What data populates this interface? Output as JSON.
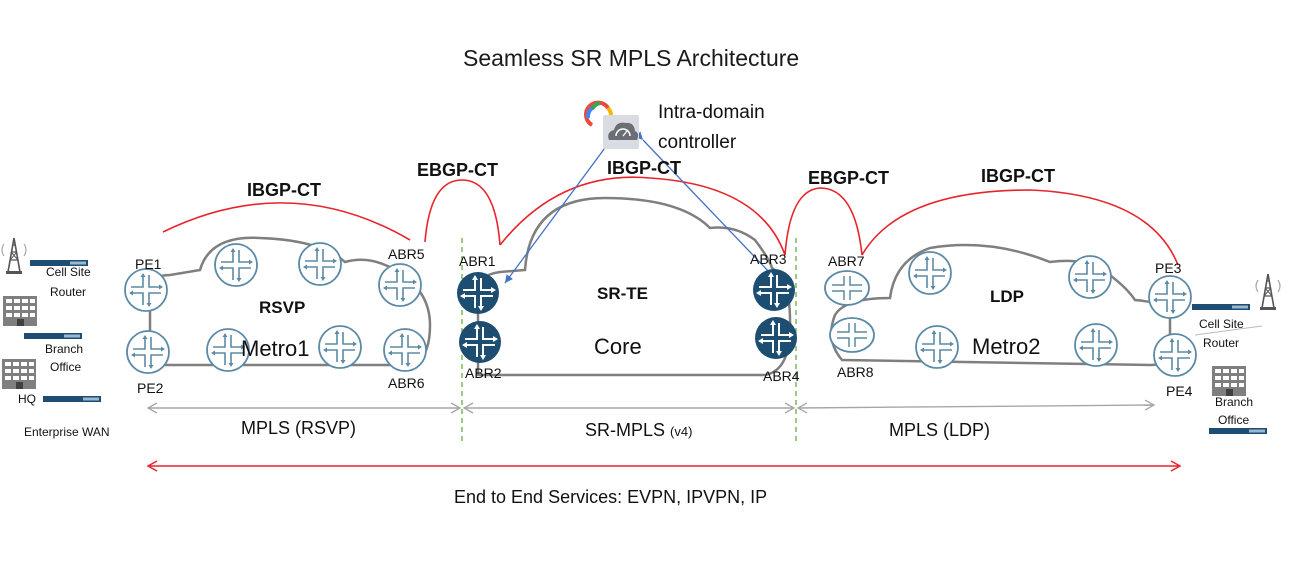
{
  "title": "Seamless SR MPLS Architecture",
  "controller": {
    "label_line1": "Intra-domain",
    "label_line2": "controller",
    "icon": "cloud-gauge-icon"
  },
  "sessions": {
    "ibgp_left": "IBGP-CT",
    "ebgp_left": "EBGP-CT",
    "ibgp_core": "IBGP-CT",
    "ebgp_right": "EBGP-CT",
    "ibgp_right": "IBGP-CT"
  },
  "domains": {
    "metro1": {
      "protocol": "RSVP",
      "name": "Metro1"
    },
    "core": {
      "protocol": "SR-TE",
      "name": "Core"
    },
    "metro2": {
      "protocol": "LDP",
      "name": "Metro2"
    }
  },
  "nodes": {
    "pe1": "PE1",
    "pe2": "PE2",
    "pe3": "PE3",
    "pe4": "PE4",
    "abr1": "ABR1",
    "abr2": "ABR2",
    "abr3": "ABR3",
    "abr4": "ABR4",
    "abr5": "ABR5",
    "abr6": "ABR6",
    "abr7": "ABR7",
    "abr8": "ABR8"
  },
  "sites_left": {
    "cell_site_line1": "Cell Site",
    "cell_site_line2": "Router",
    "branch_line1": "Branch",
    "branch_line2": "Office",
    "hq": "HQ",
    "enterprise": "Enterprise WAN"
  },
  "sites_right": {
    "cell_site_line1": "Cell Site",
    "cell_site_line2": "Router",
    "branch_line1": "Branch",
    "branch_line2": "Office"
  },
  "transport": {
    "left": "MPLS (RSVP)",
    "core_main": "SR-MPLS",
    "core_suffix": "(v4)",
    "right": "MPLS (LDP)"
  },
  "services": "End to End Services: EVPN, IPVPN, IP",
  "colors": {
    "bgp_session": "#e8232a",
    "controller_link": "#4472c4",
    "boundary": "#5aa832",
    "router_light": "#5b8aa6",
    "router_dark": "#1d4e72",
    "cloud": "#7f7f7f",
    "span_arrow": "#a6a6a6"
  }
}
